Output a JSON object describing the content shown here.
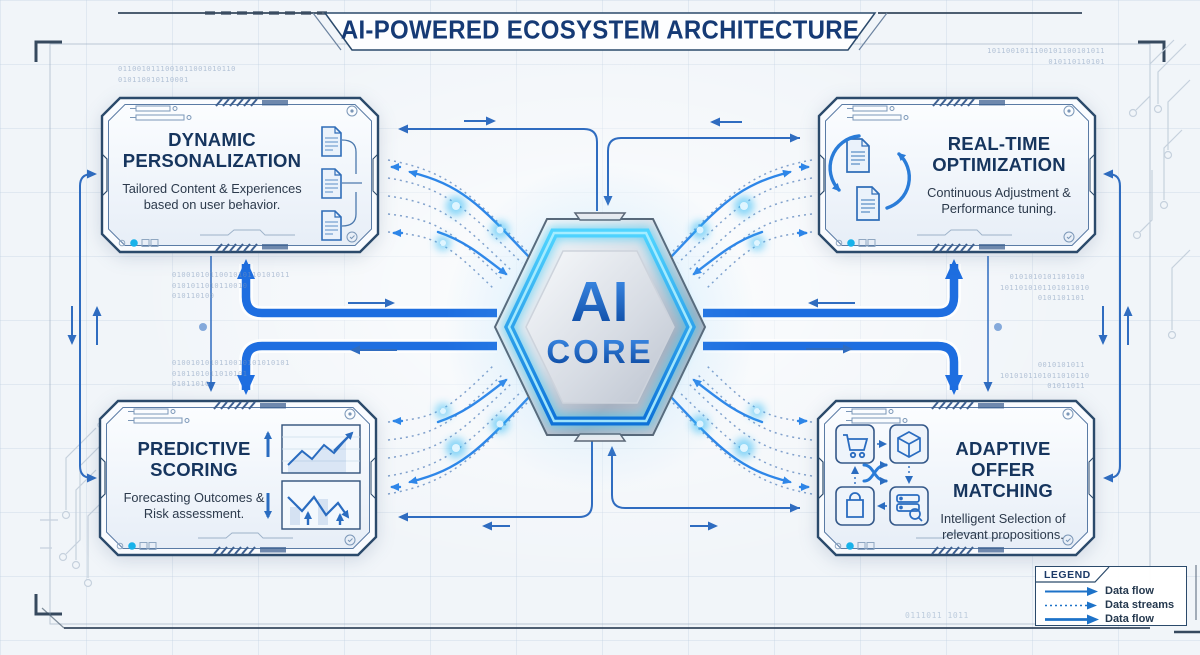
{
  "title": "AI-POWERED ECOSYSTEM ARCHITECTURE",
  "core": {
    "title": "AI",
    "subtitle": "CORE"
  },
  "nodes": [
    {
      "id": "dynamic-personalization",
      "position": "top-left",
      "title_lines": [
        "DYNAMIC",
        "PERSONALIZATION"
      ],
      "description": "Tailored Content & Experiences based on user behavior.",
      "icon": "documents-flow-icon"
    },
    {
      "id": "real-time-optimization",
      "position": "top-right",
      "title_lines": [
        "REAL-TIME",
        "OPTIMIZATION"
      ],
      "description": "Continuous Adjustment & Performance tuning.",
      "icon": "document-refresh-cycle-icon"
    },
    {
      "id": "predictive-scoring",
      "position": "bottom-left",
      "title_lines": [
        "PREDICTIVE",
        "SCORING"
      ],
      "description": "Forecasting Outcomes & Risk assessment.",
      "icon": "trend-risk-charts-icon"
    },
    {
      "id": "adaptive-offer-matching",
      "position": "bottom-right",
      "title_lines": [
        "ADAPTIVE",
        "OFFER MATCHING"
      ],
      "description": "Intelligent Selection of relevant propositions.",
      "icon": "commerce-matching-icon"
    }
  ],
  "legend": {
    "title": "LEGEND",
    "items": [
      {
        "label": "Data flow",
        "line_style": "solid"
      },
      {
        "label": "Data streams",
        "line_style": "dotted"
      },
      {
        "label": "Data flow",
        "line_style": "solid-thick"
      }
    ]
  },
  "colors": {
    "primary_flow_blue": "#1e6ee0",
    "thin_line_blue": "#2f6cc0",
    "stream_blue": "#2e86e8",
    "glow_cyan": "#2fc1f5",
    "navy_text": "#16355e",
    "frame_navy": "#2b4a6b",
    "background": "#f1f5f9"
  },
  "decor": {
    "binary": [
      "0110010111001011001010110\n010110010110001",
      "0100101011001010110101011\n0101011010110010\n010110100",
      "0100101010110010101010101\n0101101011010101\n01011010",
      "1011001011100101100101011\n010110110101",
      "0101010101101010\n1011010101101011010\n0101101101",
      "0010101011\n1010101101011010110\n01011011",
      "0111011 1011"
    ]
  }
}
